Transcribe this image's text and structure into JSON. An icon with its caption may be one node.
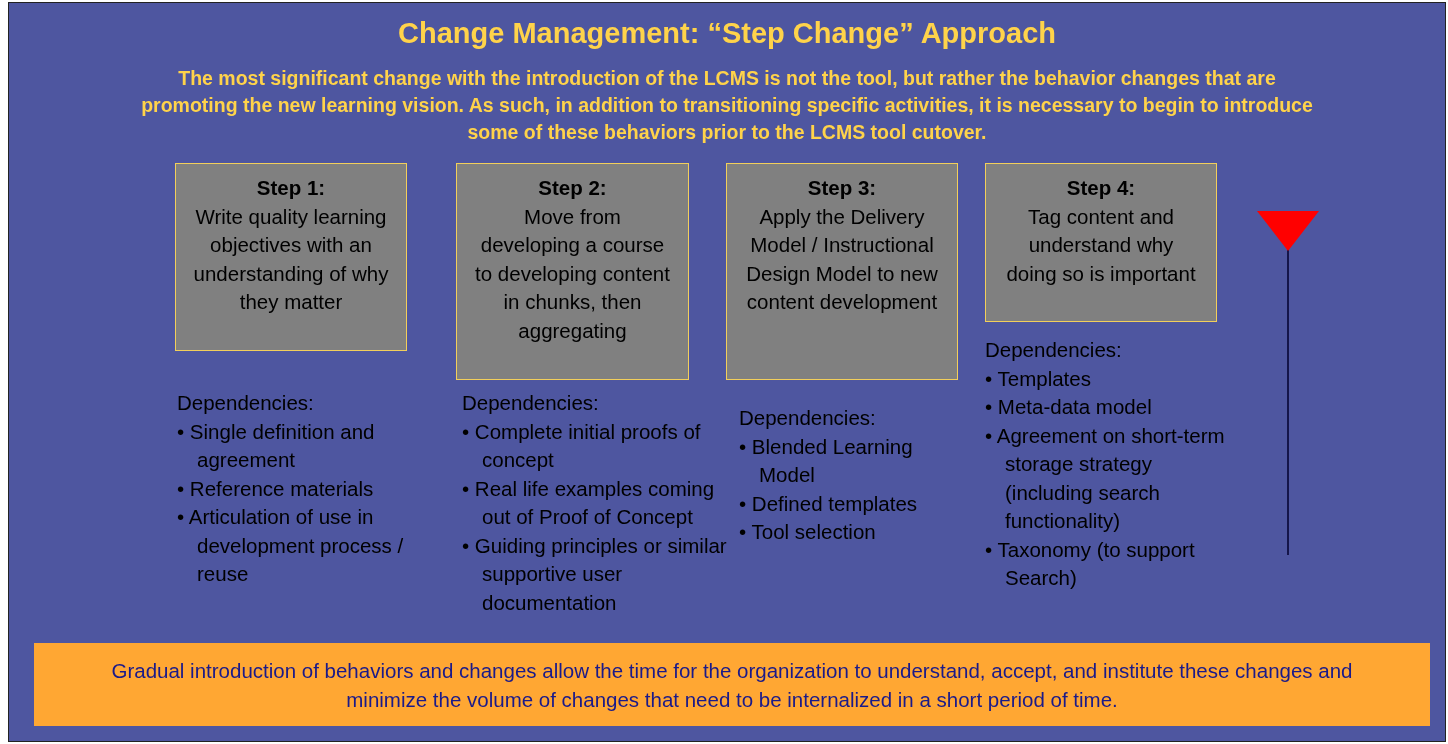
{
  "diagram": {
    "title": "Change Management: “Step Change” Approach",
    "nodes": [
      {
        "text": [
          "Step 1:",
          "Write quality learning objectives with an understanding of why they matter"
        ],
        "beside": [
          "Dependencies:",
          "• Single definition and agreement",
          "• Reference materials",
          "• Articulation of use in development process / reuse"
        ]
      },
      {
        "text": [
          "Step 2:",
          "Move from developing a course to developing content in chunks, then aggregating"
        ],
        "beside": [
          "Dependencies:",
          "• Complete initial proofs of concept",
          "• Real life examples coming out of Proof of Concept",
          "• Guiding principles or similar supportive user documentation"
        ]
      },
      {
        "text": [
          "Step 3:",
          "Apply the Delivery Model / Instructional Design Model to new content development"
        ],
        "beside": [
          "Dependencies:",
          "• Blended Learning Model",
          "• Defined templates",
          "• Tool selection"
        ]
      },
      {
        "text": [
          "Step 4:",
          "Tag content and understand why doing so is important"
        ],
        "beside": [
          "Dependencies:",
          "• Templates",
          "• Meta-data model",
          "• Agreement on short-term storage strategy (including search functionality)",
          "• Taxonomy (to support Search)"
        ]
      },
      {
        "text": [
          "Gradual introduction of behaviors and changes allow the time for the organization to understand, accept, and institute these changes and minimize the volume of changes that need to be internalized in a short period of time."
        ]
      }
    ],
    "edges": [],
    "labels": [
      "The most significant change with the introduction of the LCMS is not the tool, but rather the behavior changes that are promoting the new learning vision. As such, in addition to transitioning  specific activities, it is necessary to begin to introduce some of these behaviors prior to the LCMS tool cutover."
    ]
  }
}
